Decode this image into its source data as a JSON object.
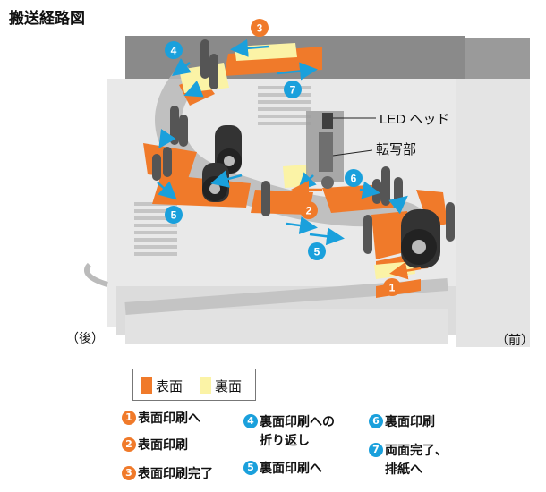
{
  "title": "搬送経路図",
  "labels": {
    "led_head": "LED ヘッド",
    "transfer": "転写部",
    "rear": "（後）",
    "front": "（前）"
  },
  "legend": {
    "front_side": "表面",
    "back_side": "裏面"
  },
  "steps": [
    {
      "num": "1",
      "text": "表面印刷へ"
    },
    {
      "num": "2",
      "text": "表面印刷"
    },
    {
      "num": "3",
      "text": "表面印刷完了"
    },
    {
      "num": "4",
      "line1": "裏面印刷への",
      "line2": "折り返し"
    },
    {
      "num": "5",
      "text": "裏面印刷へ"
    },
    {
      "num": "6",
      "text": "裏面印刷"
    },
    {
      "num": "7",
      "line1": "両面完了、",
      "line2": "排紙へ"
    }
  ],
  "colors": {
    "front_side": "#f07a2a",
    "back_side": "#fbf3a6",
    "arrow": "#1aa0dc"
  }
}
